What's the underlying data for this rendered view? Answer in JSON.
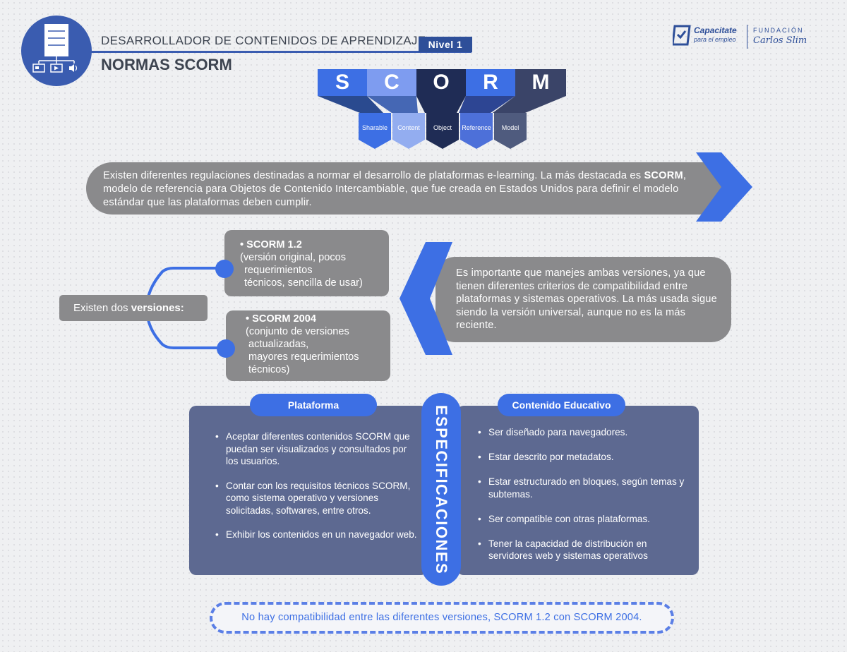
{
  "header": {
    "course_title": "DESARROLLADOR DE CONTENIDOS DE APRENDIZAJE",
    "level": "Nivel 1",
    "topic": "NORMAS SCORM"
  },
  "brand": {
    "primary": "Capacitate",
    "primary_sub": "para el empleo",
    "foundation": "FUNDACIÓN",
    "foundation_name": "Carlos Slim"
  },
  "scorm": {
    "letters": [
      "S",
      "C",
      "O",
      "R",
      "M"
    ],
    "words": [
      "Sharable",
      "Content",
      "Object",
      "Reference",
      "Model"
    ]
  },
  "intro": {
    "part1": "Existen diferentes regulaciones destinadas a normar el desarrollo de plataformas e-learning. La más destacada es ",
    "bold": "SCORM",
    "part2": ", modelo de referencia para Objetos de Contenido Intercambiable, que fue creada en Estados Unidos para definir el modelo estándar que las plataformas deben cumplir."
  },
  "versions": {
    "label_prefix": "Existen dos ",
    "label_bold": "versiones:",
    "v1_title": "• SCORM 1.2",
    "v1_line1": "(versión original, pocos",
    "v1_line2": "requerimientos",
    "v1_line3": "técnicos, sencilla de usar)",
    "v2_title": "• SCORM 2004",
    "v2_line1": "(conjunto de versiones",
    "v2_line2": "actualizadas,",
    "v2_line3": "mayores requerimientos",
    "v2_line4": "técnicos)",
    "note": "Es importante que manejes ambas versiones, ya que tienen diferentes criterios de compatibilidad entre plataformas y sistemas operativos. La más usada sigue siendo la versión universal, aunque no es la más reciente."
  },
  "specs": {
    "title": "ESPECIFICACIONES",
    "platform_tab": "Plataforma",
    "content_tab": "Contenido Educativo",
    "platform_items": [
      "Aceptar diferentes contenidos SCORM que puedan ser visualizados y consultados por los usuarios.",
      "Contar con los requisitos técnicos SCORM, como sistema operativo y versiones solicitadas, softwares, entre otros.",
      "Exhibir los contenidos en un navegador web."
    ],
    "content_items": [
      "Ser diseñado para navegadores.",
      "Estar descrito por metadatos.",
      "Estar estructurado en bloques, según temas y subtemas.",
      "Ser compatible con otras plataformas.",
      "Tener la capacidad de distribución en servidores web y sistemas operativos"
    ]
  },
  "footer": {
    "note": "No hay compatibilidad entre las diferentes versiones, SCORM 1.2 con SCORM 2004."
  },
  "colors": {
    "accent_blue": "#3d6fe4",
    "dark_blue": "#2e4f99",
    "panel": "#5d6991",
    "grey": "#8a8a8c"
  },
  "icons": [
    "document-icon",
    "image-icon",
    "play-icon",
    "speaker-icon",
    "capacitate-logo-icon"
  ]
}
